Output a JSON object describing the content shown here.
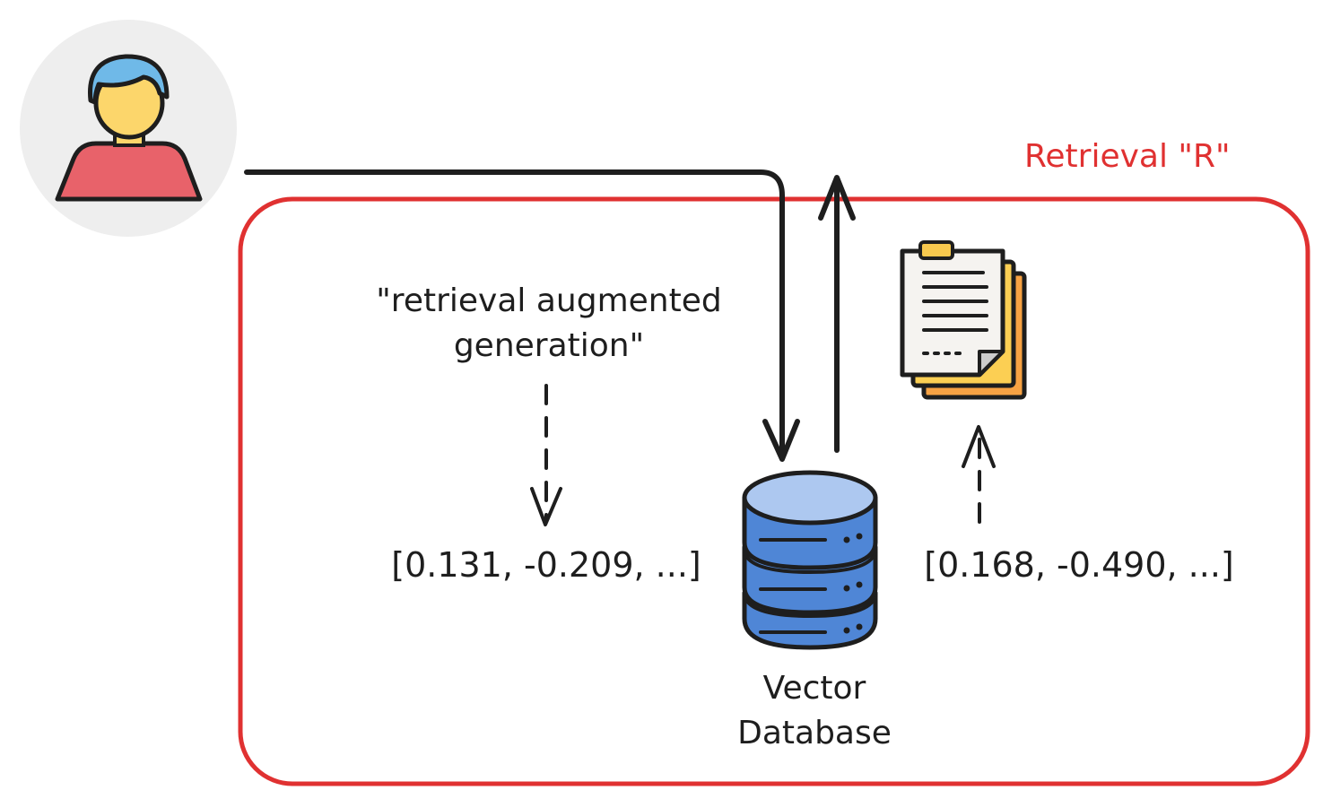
{
  "section": {
    "label": "Retrieval \"R\"",
    "color": "#e03131"
  },
  "query": {
    "line1": "\"retrieval augmented",
    "line2": "generation\""
  },
  "embeddings": {
    "query_vector": "[0.131, -0.209, ...]",
    "result_vector": "[0.168, -0.490, ...]"
  },
  "database": {
    "line1": "Vector",
    "line2": "Database"
  },
  "icons": {
    "user": "user-avatar-icon",
    "database": "database-icon",
    "documents": "documents-icon"
  },
  "colors": {
    "ink": "#1e1e1e",
    "frame": "#e03131",
    "avatar_bg": "#eeeeee",
    "hair": "#6fb9e8",
    "face": "#fcd66b",
    "shirt": "#e8626a",
    "db_blue": "#4f86d6",
    "db_light": "#adc8f0",
    "paper": "#f5f3f0",
    "paper_yellow": "#fccf53",
    "paper_orange": "#f7a243",
    "clip": "#f8c94e"
  }
}
